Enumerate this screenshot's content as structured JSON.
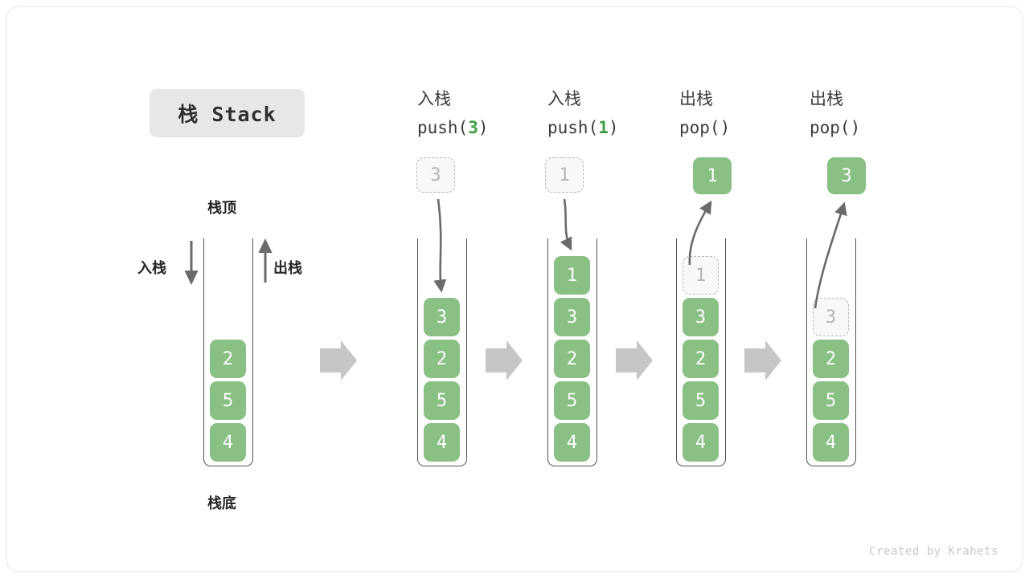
{
  "title_badge": {
    "label": "栈 Stack"
  },
  "colors": {
    "element_fill": "#88c183",
    "element_text": "#ffffff",
    "ghost_fill": "#f8f8f8",
    "ghost_border": "#b9b9b9",
    "ghost_text": "#b5b5b5",
    "container_border": "#555555",
    "arrow_gray": "#666666",
    "step_arrow": "#c6c6c6",
    "accent_green": "#3c9c43",
    "badge_bg": "#e7e7e7",
    "credit_text": "#c9c9c9"
  },
  "annotations": {
    "top_label": "栈顶",
    "bottom_label": "栈底",
    "push_label": "入栈",
    "pop_label": "出栈"
  },
  "credit": "Created by Krahets",
  "columns": [
    {
      "id": "initial",
      "op_cn": "",
      "op_code_prefix": "",
      "op_code_arg": "",
      "op_code_suffix": "",
      "elements": [
        "2",
        "5",
        "4"
      ],
      "ghost_in_stack": null,
      "incoming": null,
      "outgoing": null
    },
    {
      "id": "push-3",
      "op_cn": "入栈",
      "op_code_prefix": "push(",
      "op_code_arg": "3",
      "op_code_suffix": ")",
      "elements": [
        "3",
        "2",
        "5",
        "4"
      ],
      "ghost_in_stack": null,
      "incoming": "3",
      "outgoing": null
    },
    {
      "id": "push-1",
      "op_cn": "入栈",
      "op_code_prefix": "push(",
      "op_code_arg": "1",
      "op_code_suffix": ")",
      "elements": [
        "1",
        "3",
        "2",
        "5",
        "4"
      ],
      "ghost_in_stack": null,
      "incoming": "1",
      "outgoing": null
    },
    {
      "id": "pop-1",
      "op_cn": "出栈",
      "op_code_prefix": "pop(",
      "op_code_arg": "",
      "op_code_suffix": ")",
      "elements": [
        "3",
        "2",
        "5",
        "4"
      ],
      "ghost_in_stack": "1",
      "incoming": null,
      "outgoing": "1"
    },
    {
      "id": "pop-3",
      "op_cn": "出栈",
      "op_code_prefix": "pop(",
      "op_code_arg": "",
      "op_code_suffix": ")",
      "elements": [
        "2",
        "5",
        "4"
      ],
      "ghost_in_stack": "3",
      "incoming": null,
      "outgoing": "3"
    }
  ],
  "chart_data": {
    "type": "diagram",
    "title": "栈 Stack",
    "description": "Stack push/pop operation sequence",
    "initial_stack_bottom_to_top": [
      "4",
      "5",
      "2"
    ],
    "steps": [
      {
        "operation": "push",
        "argument": "3",
        "stack_after_bottom_to_top": [
          "4",
          "5",
          "2",
          "3"
        ]
      },
      {
        "operation": "push",
        "argument": "1",
        "stack_after_bottom_to_top": [
          "4",
          "5",
          "2",
          "3",
          "1"
        ]
      },
      {
        "operation": "pop",
        "argument": "",
        "returned": "1",
        "stack_after_bottom_to_top": [
          "4",
          "5",
          "2",
          "3"
        ]
      },
      {
        "operation": "pop",
        "argument": "",
        "returned": "3",
        "stack_after_bottom_to_top": [
          "4",
          "5",
          "2"
        ]
      }
    ]
  }
}
